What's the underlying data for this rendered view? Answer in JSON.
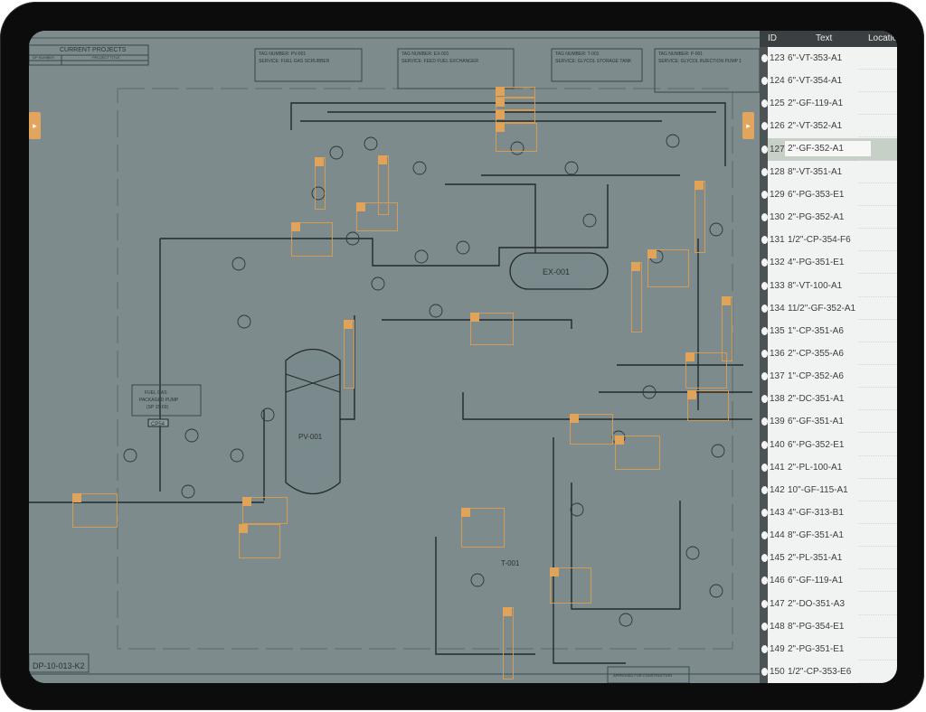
{
  "panel": {
    "columns": {
      "id": "ID",
      "text": "Text",
      "location": "Location"
    },
    "selected_id": "127",
    "rows": [
      {
        "id": "123",
        "text": "6\"-VT-353-A1"
      },
      {
        "id": "124",
        "text": "6\"-VT-354-A1"
      },
      {
        "id": "125",
        "text": "2\"-GF-119-A1"
      },
      {
        "id": "126",
        "text": "2\"-VT-352-A1"
      },
      {
        "id": "127",
        "text": "2\"-GF-352-A1"
      },
      {
        "id": "128",
        "text": "8\"-VT-351-A1"
      },
      {
        "id": "129",
        "text": "6\"-PG-353-E1"
      },
      {
        "id": "130",
        "text": "2\"-PG-352-A1"
      },
      {
        "id": "131",
        "text": "1/2\"-CP-354-F6"
      },
      {
        "id": "132",
        "text": "4\"-PG-351-E1"
      },
      {
        "id": "133",
        "text": "8\"-VT-100-A1"
      },
      {
        "id": "134",
        "text": "11/2\"-GF-352-A1"
      },
      {
        "id": "135",
        "text": "1\"-CP-351-A6"
      },
      {
        "id": "136",
        "text": "2\"-CP-355-A6"
      },
      {
        "id": "137",
        "text": "1\"-CP-352-A6"
      },
      {
        "id": "138",
        "text": "2\"-DC-351-A1"
      },
      {
        "id": "139",
        "text": "6\"-GF-351-A1"
      },
      {
        "id": "140",
        "text": "6\"-PG-352-E1"
      },
      {
        "id": "141",
        "text": "2\"-PL-100-A1"
      },
      {
        "id": "142",
        "text": "10\"-GF-115-A1"
      },
      {
        "id": "143",
        "text": "4\"-GF-313-B1"
      },
      {
        "id": "144",
        "text": "8\"-GF-351-A1"
      },
      {
        "id": "145",
        "text": "2\"-PL-351-A1"
      },
      {
        "id": "146",
        "text": "6\"-GF-119-A1"
      },
      {
        "id": "147",
        "text": "2\"-DO-351-A3"
      },
      {
        "id": "148",
        "text": "8\"-PG-354-E1"
      },
      {
        "id": "149",
        "text": "2\"-PG-351-E1"
      },
      {
        "id": "150",
        "text": "1/2\"-CP-353-E6"
      }
    ]
  },
  "drawing": {
    "title_block": {
      "heading": "CURRENT PROJECTS",
      "col1": "DP NUMBER",
      "col2": "PROJECT TITLE"
    },
    "tag_blocks": [
      {
        "tag": "TAG NUMBER: PV-001",
        "service": "SERVICE: FUEL GAS SCRUBBER"
      },
      {
        "tag": "TAG NUMBER: EX-001",
        "service": "SERVICE: FEED FUEL EXCHANGER"
      },
      {
        "tag": "TAG NUMBER: T-001",
        "service": "SERVICE: GLYCOL STORAGE TANK"
      },
      {
        "tag": "TAG NUMBER: P-001",
        "service": "SERVICE: GLYCOL INJECTION PUMP 1"
      }
    ],
    "equipment_labels": {
      "exchanger": "EX-001",
      "scrubber": "PV-001",
      "tank": "T-001",
      "pump_box": "CP54",
      "pump_box_line1": "FUEL GAS",
      "pump_box_line2": "PACKAGED PUMP",
      "pump_box_line3": "(SP 15-03)"
    },
    "drawing_number": "DP-10-013-K2",
    "approval_stamp": "APPROVED FOR CONSTRUCTION",
    "accent_color": "#e0a35a"
  },
  "handles": {
    "left_icon": "chevron-right",
    "right_icon": "chevron-right"
  }
}
